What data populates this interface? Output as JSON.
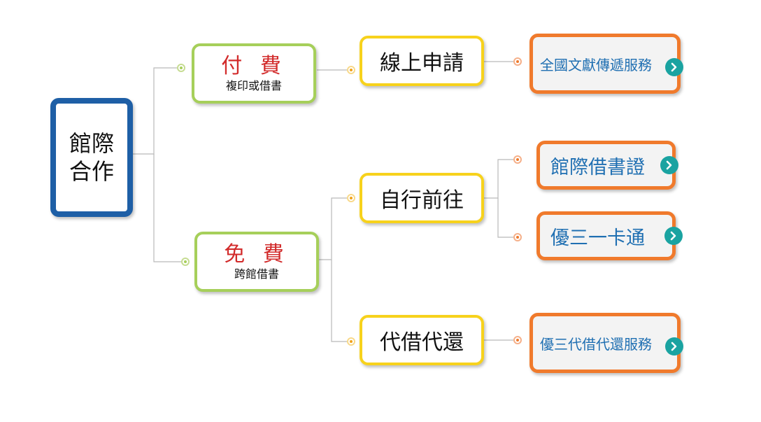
{
  "root": {
    "label": "館際合作"
  },
  "paid": {
    "title": "付 費",
    "subtitle": "複印或借書"
  },
  "free": {
    "title": "免 費",
    "subtitle": "跨館借書"
  },
  "online": {
    "label": "線上申請"
  },
  "self_visit": {
    "label": "自行前往"
  },
  "proxy": {
    "label": "代借代還"
  },
  "national_doc": {
    "label": "全國文獻傳遞服務"
  },
  "ill_card": {
    "label": "館際借書證"
  },
  "card": {
    "label": "優三一卡通"
  },
  "proxy_service": {
    "label": "優三代借代還服務"
  },
  "colors": {
    "root_border": "#1e5fa6",
    "level1_border": "#a6cf5a",
    "level1_title": "#d22b2b",
    "level2_border": "#f7d21c",
    "level3_border": "#f07a2c",
    "level3_text": "#1f6fb2",
    "arrow_icon": "#1aa3a1"
  }
}
